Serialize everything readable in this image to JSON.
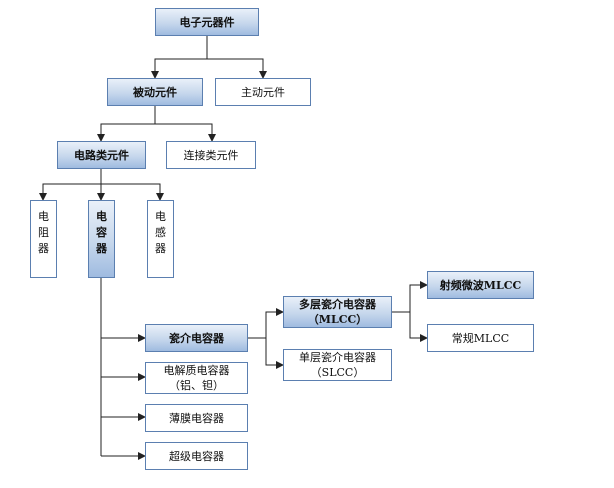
{
  "nodes": {
    "root": "电子元器件",
    "passive": "被动元件",
    "active": "主动元件",
    "circuit": "电路类元件",
    "connector": "连接类元件",
    "resistor": "电\n阻\n器",
    "capacitor": "电\n容\n器",
    "inductor": "电\n感\n器",
    "ceramic": "瓷介电容器",
    "electrolytic": "电解质电容器\n（铝、钽）",
    "film": "薄膜电容器",
    "super": "超级电容器",
    "mlcc": "多层瓷介电容器\n（MLCC）",
    "slcc": "单层瓷介电容器\n（SLCC）",
    "rf_mlcc": "射频微波MLCC",
    "std_mlcc": "常规MLCC"
  },
  "colors": {
    "border": "#5b7fb0",
    "line": "#222222",
    "shade_dark": "#9fbbe0",
    "shade_light": "#e9f0f9"
  }
}
